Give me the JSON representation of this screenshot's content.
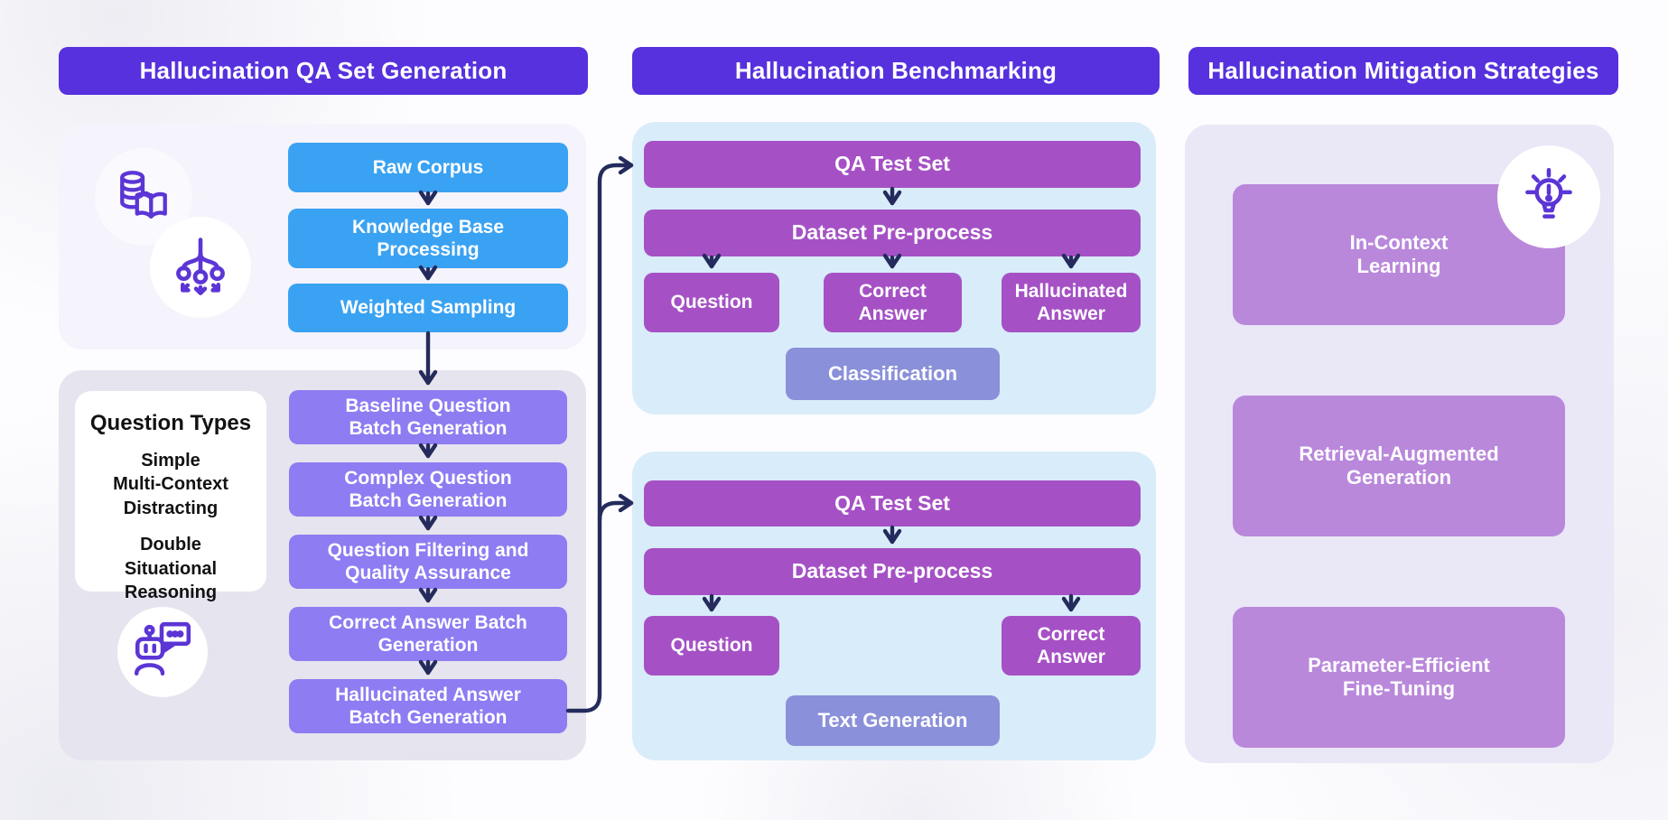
{
  "headers": {
    "qa_generation": "Hallucination QA Set Generation",
    "benchmarking": "Hallucination Benchmarking",
    "mitigation": "Hallucination Mitigation Strategies"
  },
  "qa_generation": {
    "corpus_flow": [
      "Raw Corpus",
      "Knowledge Base\nProcessing",
      "Weighted Sampling"
    ],
    "question_types": {
      "title": "Question Types",
      "basic": [
        "Simple",
        "Multi-Context",
        "Distracting"
      ],
      "advanced": [
        "Double",
        "Situational",
        "Reasoning"
      ]
    },
    "generation_flow": [
      "Baseline Question\nBatch Generation",
      "Complex Question\nBatch Generation",
      "Question Filtering and\nQuality Assurance",
      "Correct Answer Batch\nGeneration",
      "Hallucinated Answer\nBatch Generation"
    ]
  },
  "benchmarking": {
    "classification_pipeline": {
      "source": "QA Test Set",
      "preprocess": "Dataset Pre-process",
      "fields": [
        "Question",
        "Correct\nAnswer",
        "Hallucinated\nAnswer"
      ],
      "task": "Classification"
    },
    "generation_pipeline": {
      "source": "QA Test Set",
      "preprocess": "Dataset Pre-process",
      "fields": [
        "Question",
        "Correct\nAnswer"
      ],
      "task": "Text Generation"
    }
  },
  "mitigation": {
    "strategies": [
      "In-Context\nLearning",
      "Retrieval-Augmented\nGeneration",
      "Parameter-Efficient\nFine-Tuning"
    ]
  },
  "icons": {
    "corpus": "database-book-icon",
    "sampling": "distribute-arrows-icon",
    "qa_bot": "robot-chat-icon",
    "ideas": "lightbulb-icon"
  },
  "colors": {
    "header_purple": "#5631DD",
    "flow_blue": "#3AA2F2",
    "flow_violet": "#8D7CF2",
    "flow_orchid": "#A551C5",
    "task_periwinkle": "#8A90D9",
    "strategy_lilac": "#B988DB",
    "arrow_navy": "#242B5C",
    "icon_purple": "#5B35D5"
  }
}
